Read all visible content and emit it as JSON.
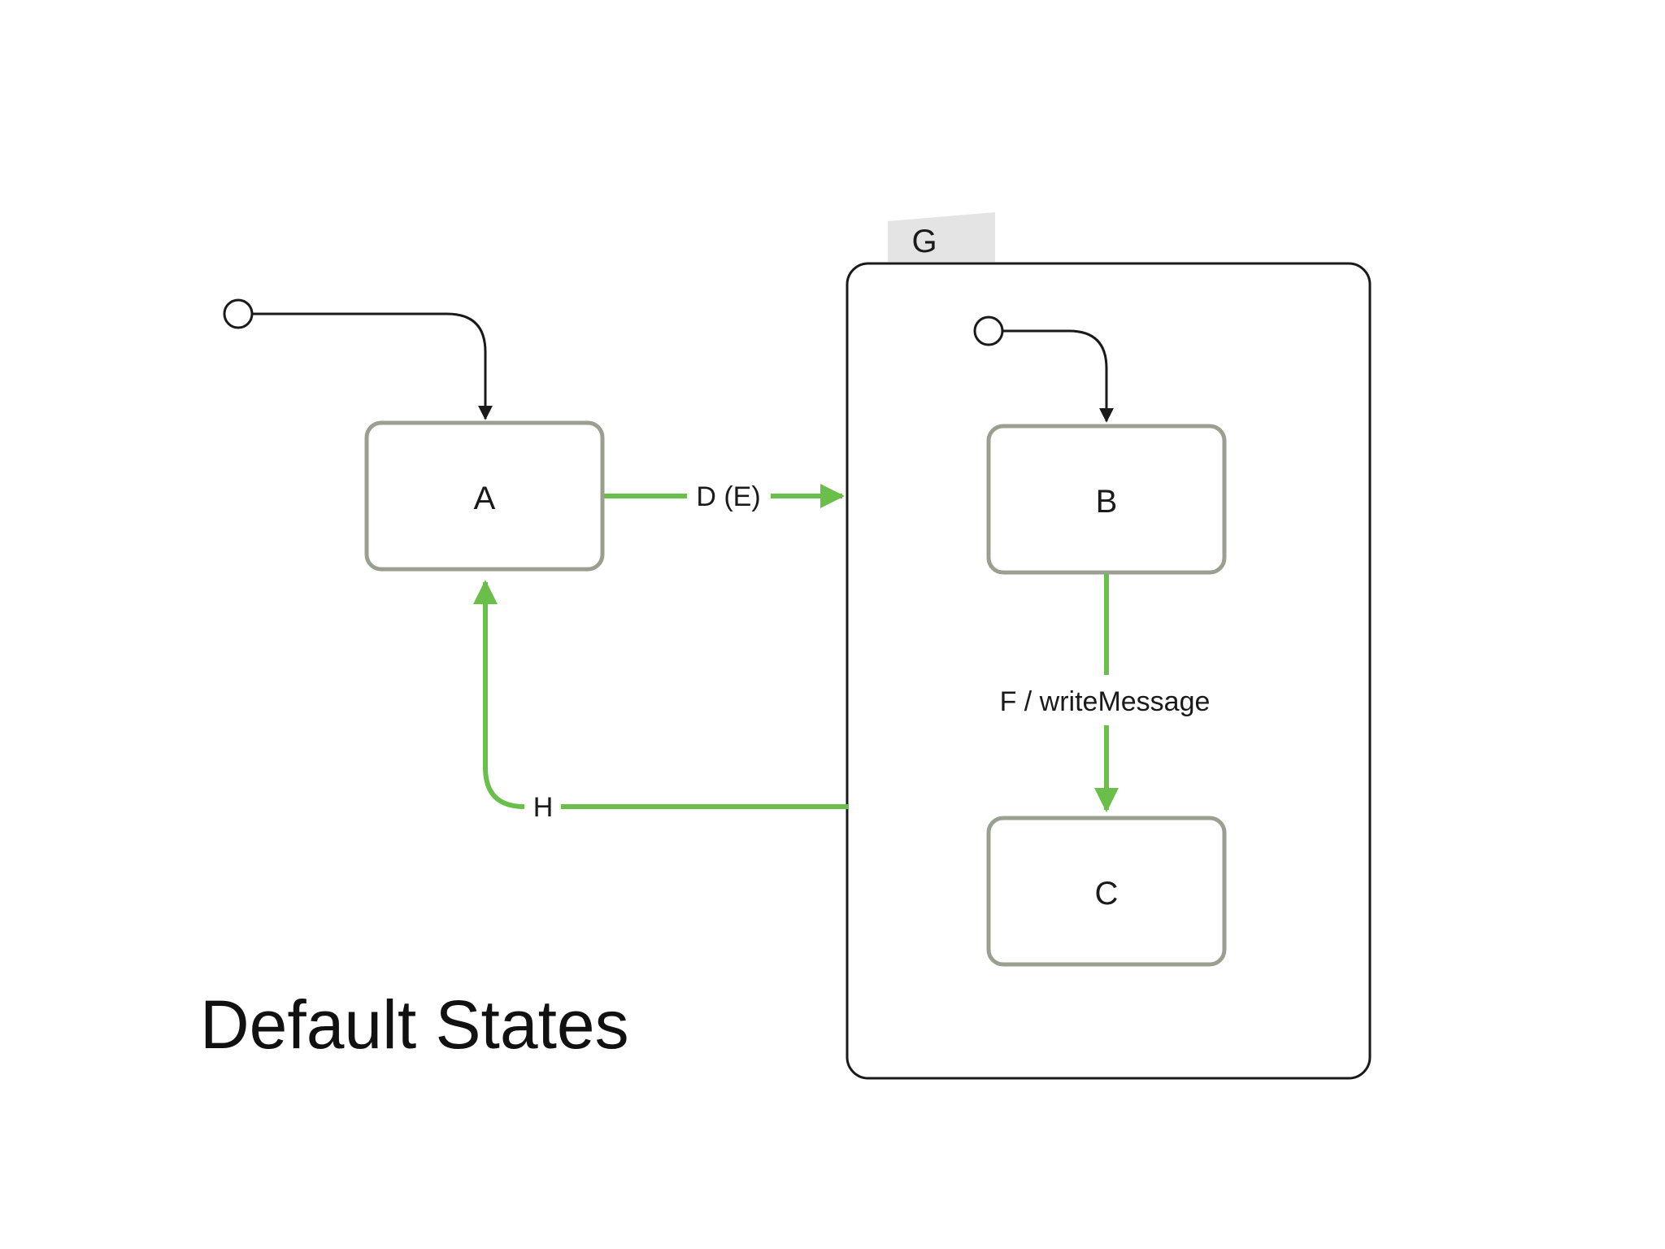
{
  "slide": {
    "title": "Default States"
  },
  "diagram": {
    "composite_state": {
      "label": "G"
    },
    "states": {
      "a": {
        "label": "A"
      },
      "b": {
        "label": "B"
      },
      "c": {
        "label": "C"
      }
    },
    "transitions": {
      "a_to_g": {
        "label": "D (E)"
      },
      "g_to_a": {
        "label": "H"
      },
      "b_to_c": {
        "label": "F / writeMessage"
      }
    }
  },
  "colors": {
    "transition": "#6abf4b",
    "state_border": "#9aa090",
    "container_border": "#1a1a1a",
    "tab_fill": "#e4e4e4"
  }
}
